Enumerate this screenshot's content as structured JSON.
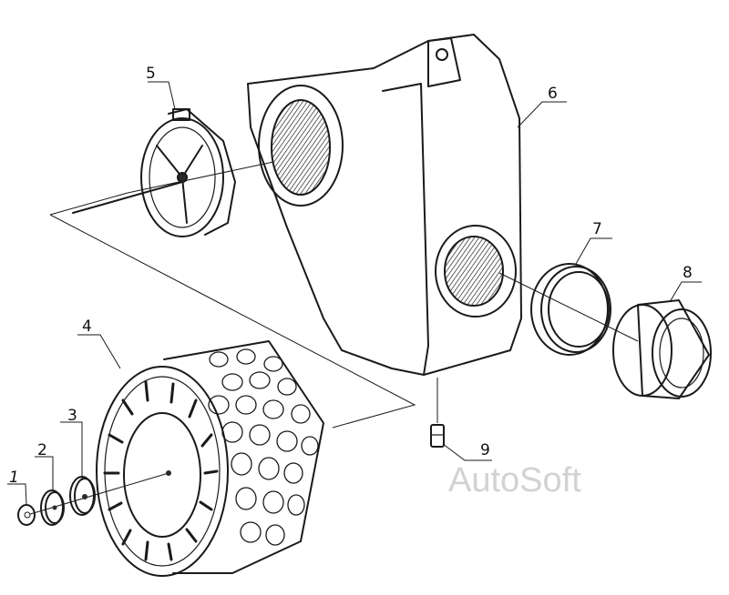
{
  "callouts": [
    {
      "id": "1",
      "text": "1"
    },
    {
      "id": "2",
      "text": "2"
    },
    {
      "id": "3",
      "text": "3"
    },
    {
      "id": "4",
      "text": "4"
    },
    {
      "id": "5",
      "text": "5"
    },
    {
      "id": "6",
      "text": "6"
    },
    {
      "id": "7",
      "text": "7"
    },
    {
      "id": "8",
      "text": "8"
    },
    {
      "id": "9",
      "text": "9"
    }
  ],
  "watermark": "AutoSoft",
  "colors": {
    "ink": "#1a1a1a",
    "watermark": "#d2d2d2",
    "background": "#ffffff"
  }
}
